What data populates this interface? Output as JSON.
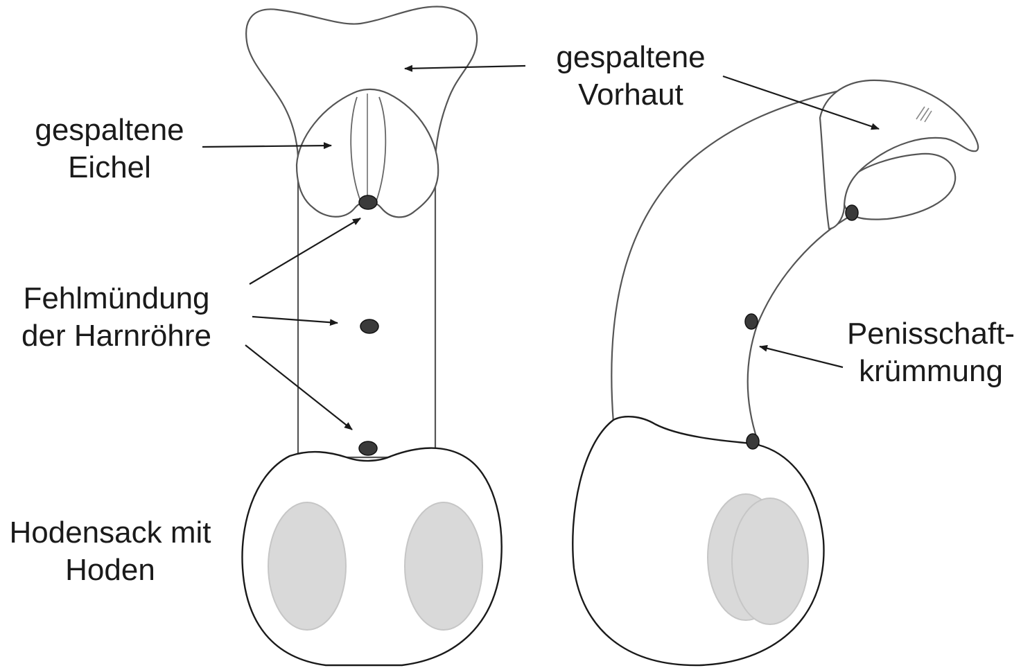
{
  "labels": {
    "gespaltene_vorhaut": {
      "line1": "gespaltene",
      "line2": "Vorhaut"
    },
    "gespaltene_eichel": {
      "line1": "gespaltene",
      "line2": "Eichel"
    },
    "fehlmuendung": {
      "line1": "Fehlmündung",
      "line2": "der Harnröhre"
    },
    "hodensack": {
      "line1": "Hodensack mit",
      "line2": "Hoden"
    },
    "penisschaft": {
      "line1": "Penisschaft-",
      "line2": "krümmung"
    }
  },
  "colors": {
    "outline": "#555555",
    "scrotum_outline": "#1a1a1a",
    "testis_fill": "#d9d9d9",
    "opening_fill": "#3a3a3a",
    "text": "#1a1a1a"
  }
}
